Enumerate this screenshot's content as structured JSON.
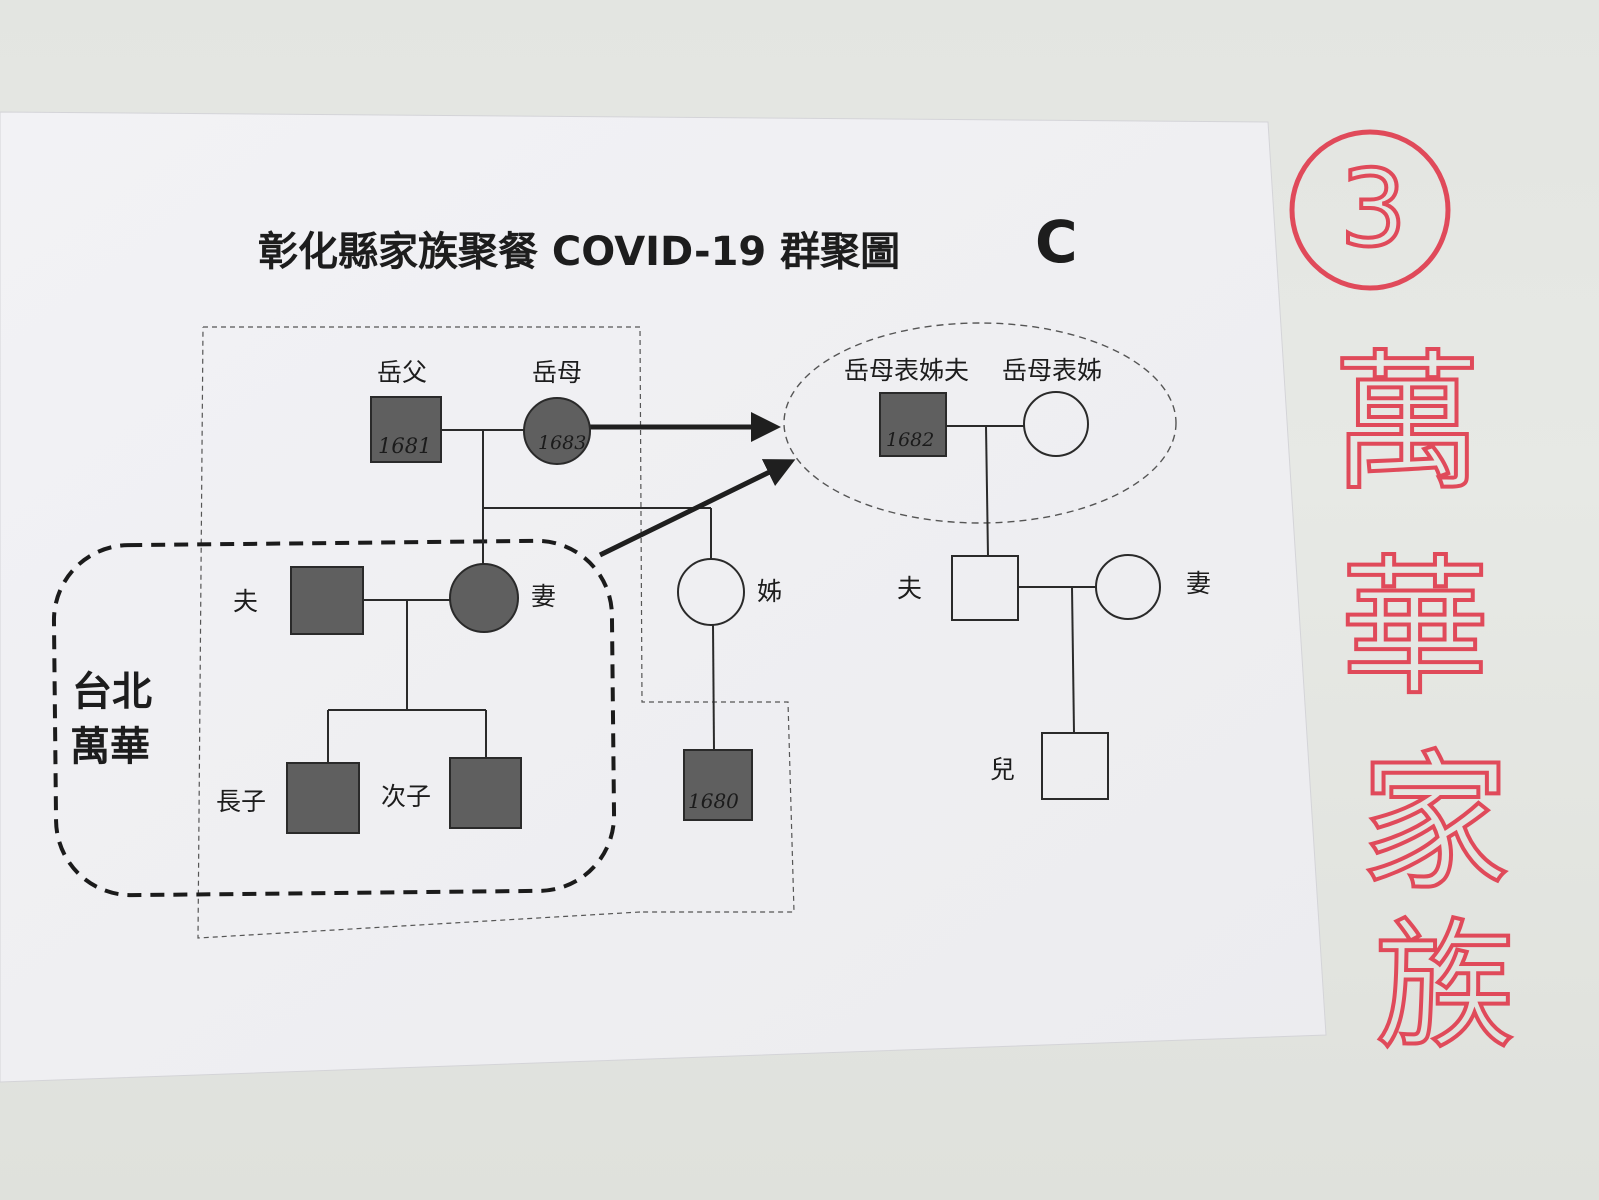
{
  "title": "彰化縣家族聚餐 COVID-19 群聚圖",
  "panel_letter": "C",
  "cluster_label_line1": "台北",
  "cluster_label_line2": "萬華",
  "people": {
    "father_in_law": {
      "label": "岳父",
      "case": "1681"
    },
    "mother_in_law": {
      "label": "岳母",
      "case": "1683"
    },
    "cousin_husband": {
      "label": "岳母表姊夫",
      "case": "1682"
    },
    "cousin": {
      "label": "岳母表姊"
    },
    "husband": {
      "label": "夫"
    },
    "wife": {
      "label": "妻"
    },
    "sister": {
      "label": "姊"
    },
    "eldest_son": {
      "label": "長子"
    },
    "second_son": {
      "label": "次子"
    },
    "sister_son": {
      "case": "1680"
    },
    "cousin_son": {
      "label": "夫"
    },
    "cousin_son_wife": {
      "label": "妻"
    },
    "grandson": {
      "label": "兒"
    }
  },
  "handwritten": {
    "number": "3",
    "chars": [
      "萬",
      "華",
      "家",
      "族"
    ]
  },
  "colors": {
    "affected_fill": "#5f5f5f",
    "line": "#2a2a2a",
    "paper": "#f4f4f6",
    "handwriting": "#e04a5a"
  }
}
